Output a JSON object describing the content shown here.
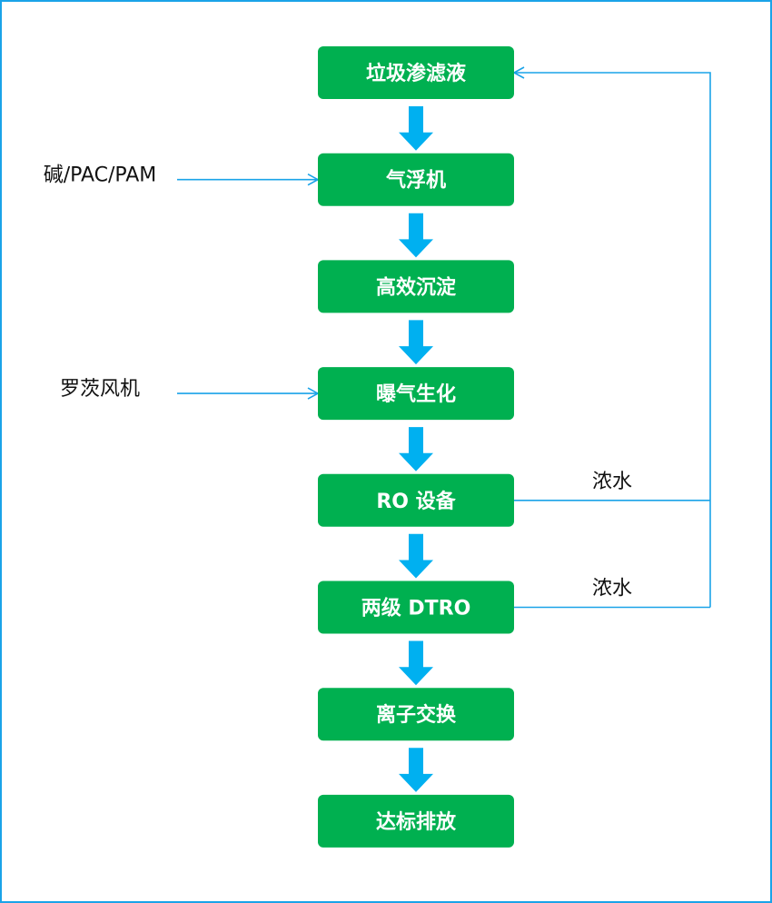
{
  "colors": {
    "frame": "#1aa3e8",
    "box_fill": "#00b050",
    "arrow": "#00b0f0",
    "line": "#1aa3e8",
    "box_text": "#ffffff",
    "side_text": "#111111"
  },
  "steps": [
    {
      "label": "垃圾渗滤液"
    },
    {
      "label": "气浮机"
    },
    {
      "label": "高效沉淀"
    },
    {
      "label": "曝气生化"
    },
    {
      "label": "RO 设备"
    },
    {
      "label": "两级 DTRO"
    },
    {
      "label": "离子交换"
    },
    {
      "label": "达标排放"
    }
  ],
  "inputs": [
    {
      "label": "碱/PAC/PAM",
      "target_step": 1
    },
    {
      "label": "罗茨风机",
      "target_step": 3
    }
  ],
  "outputs": [
    {
      "label": "浓水",
      "source_step": 4
    },
    {
      "label": "浓水",
      "source_step": 5
    }
  ],
  "return_target_step": 0
}
